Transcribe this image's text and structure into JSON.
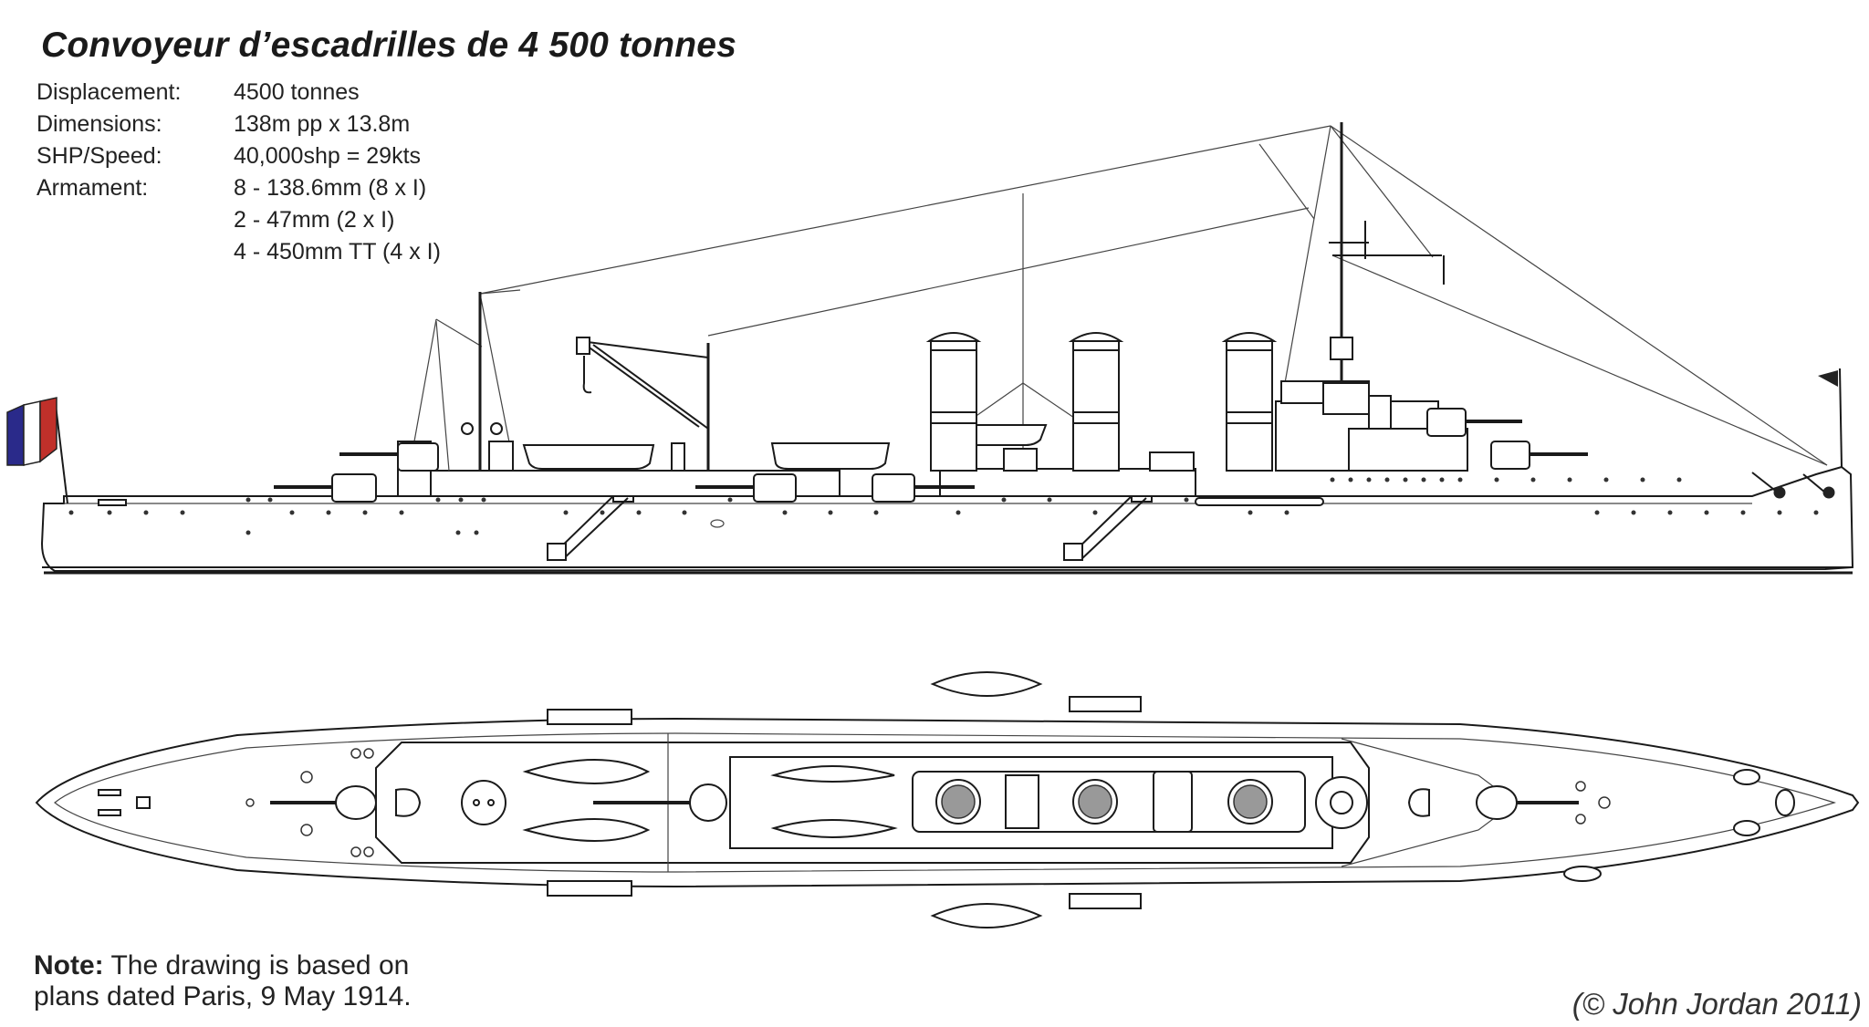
{
  "title": "Convoyeur d’escadrilles de 4 500 tonnes",
  "specs": [
    {
      "label": "Displacement:",
      "value": "4500 tonnes"
    },
    {
      "label": "Dimensions:",
      "value": "138m pp x 13.8m"
    },
    {
      "label": "SHP/Speed:",
      "value": "40,000shp = 29kts"
    },
    {
      "label": "Armament:",
      "value": "8 - 138.6mm (8 x I)"
    },
    {
      "label": "",
      "value": "2 - 47mm (2 x I)"
    },
    {
      "label": "",
      "value": "4 - 450mm TT (4 x I)"
    }
  ],
  "note": {
    "lead": "Note:",
    "line1": " The drawing is based on",
    "line2": "plans dated Paris, 9 May 1914."
  },
  "copyright": "(© John Jordan 2011)",
  "flag_colors": [
    "#2a2a8a",
    "#ffffff",
    "#c0302a"
  ]
}
